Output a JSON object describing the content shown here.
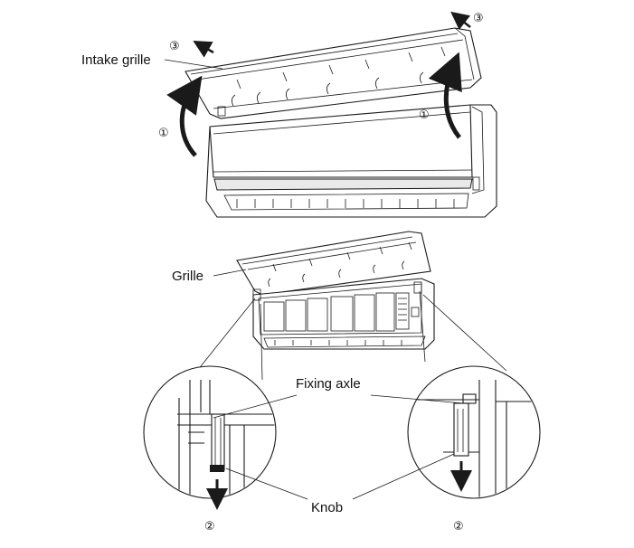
{
  "labels": {
    "intake_grille": "Intake grille",
    "grille": "Grille",
    "fixing_axle": "Fixing axle",
    "knob": "Knob"
  },
  "step_markers": {
    "step1_left": "①",
    "step1_right": "①",
    "step3_left": "③",
    "step3_right": "③",
    "step2_left": "②",
    "step2_right": "②"
  },
  "colors": {
    "line": "#1a1a1a",
    "background": "#ffffff",
    "panel_shade": "#e9e9e9"
  }
}
